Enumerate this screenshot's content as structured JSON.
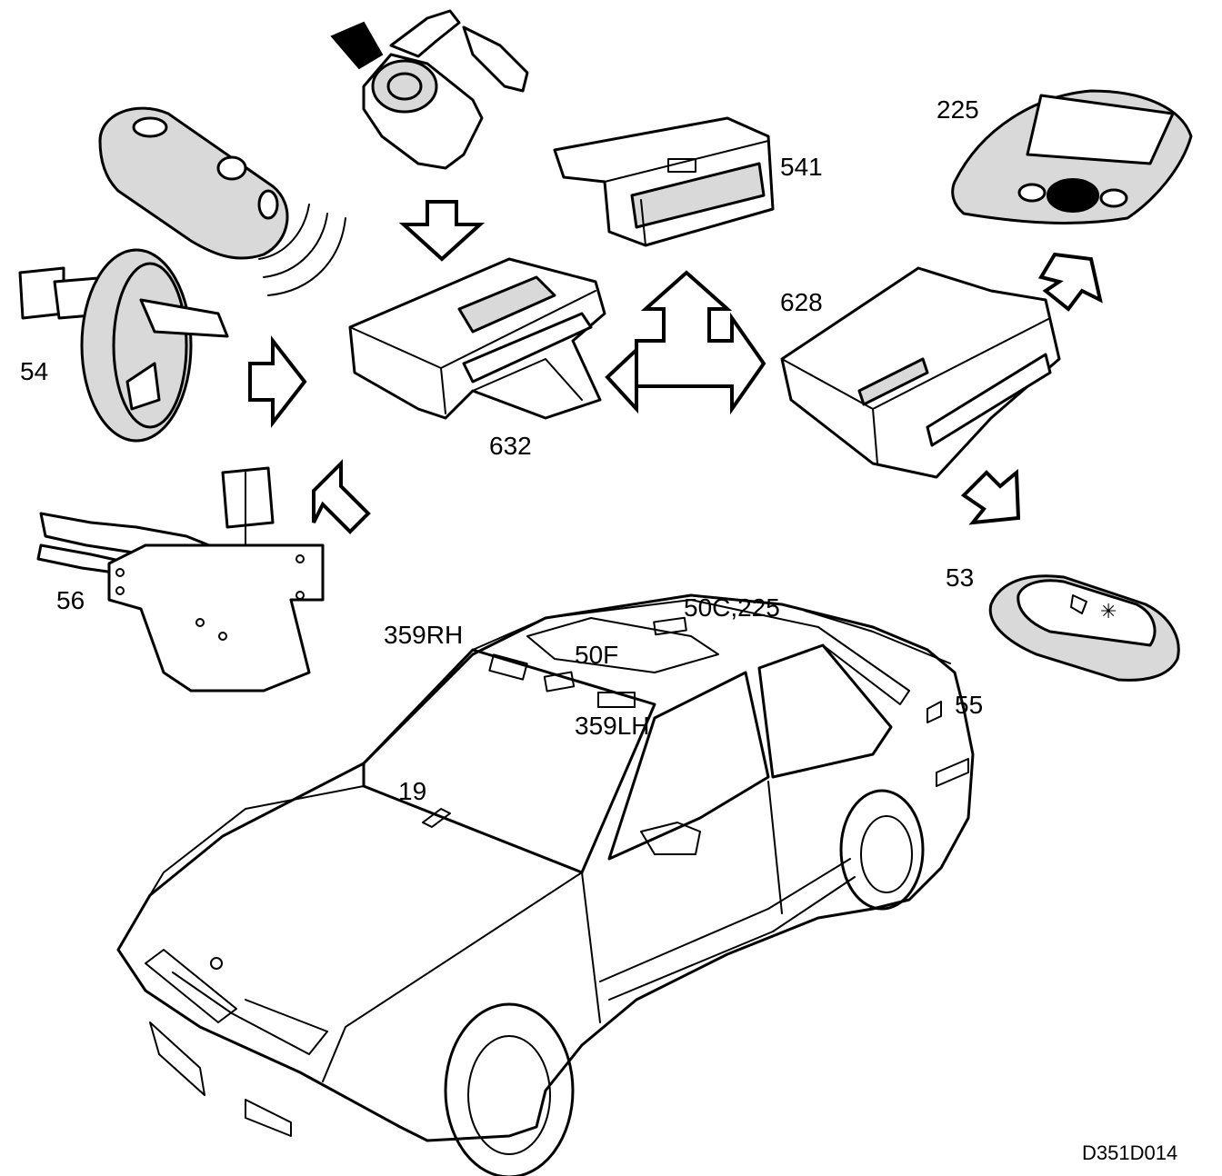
{
  "labels": {
    "key_remote": "54",
    "hood_latch": "56",
    "central_unit": "632",
    "info_display": "541",
    "roof_console": "225",
    "control_module": "628",
    "door_switch": "53",
    "sensor_rh": "359RH",
    "sensor_lh": "359LH",
    "roof_item_f": "50F",
    "roof_items": "50C,225",
    "rear_item": "55",
    "windshield_item": "19",
    "drawing_code": "D351D014"
  },
  "colors": {
    "line": "#000000",
    "shade": "#d9d9d9",
    "background": "#ffffff"
  }
}
